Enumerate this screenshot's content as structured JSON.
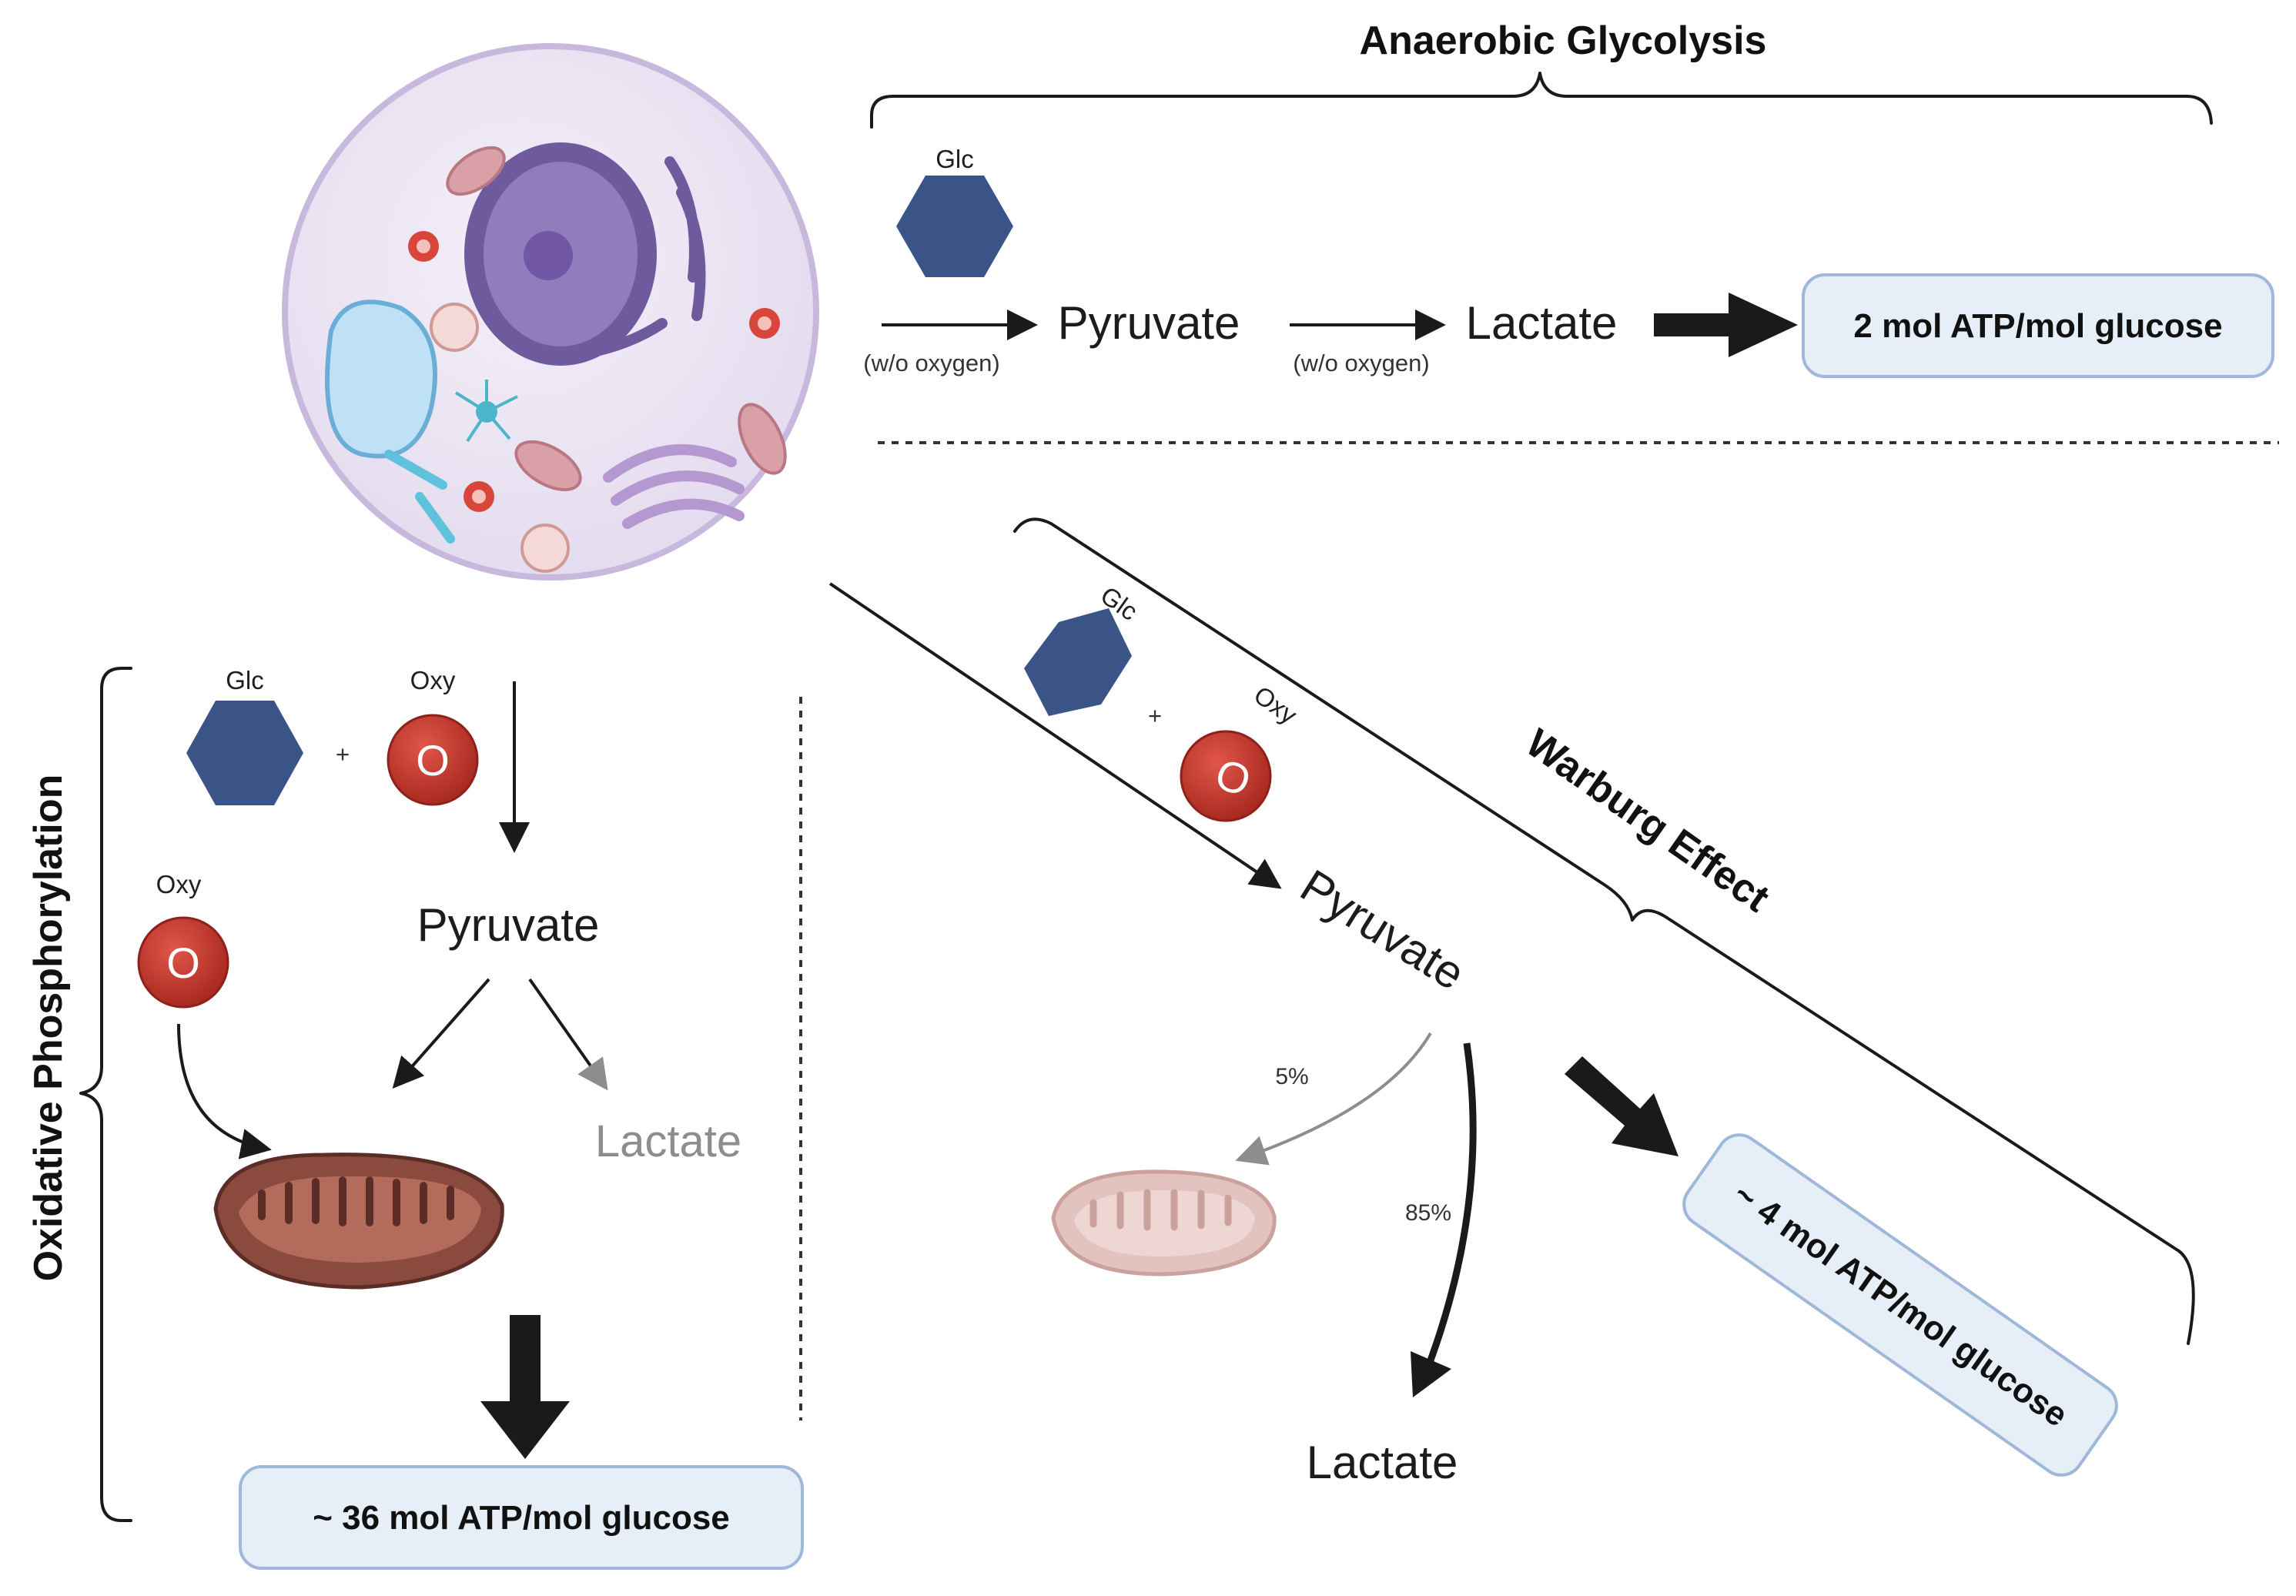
{
  "anaerobic": {
    "title": "Anaerobic Glycolysis",
    "glc": "Glc",
    "pyruvate": "Pyruvate",
    "lactate": "Lactate",
    "condition_1": "(w/o oxygen)",
    "condition_2": "(w/o oxygen)",
    "yield": "2 mol ATP/mol glucose"
  },
  "oxphos": {
    "title": "Oxidative Phosphorylation",
    "glc": "Glc",
    "plus": "+",
    "oxy_1": "Oxy",
    "oxy_2": "Oxy",
    "oxy_symbol_1": "O",
    "oxy_symbol_2": "O",
    "pyruvate": "Pyruvate",
    "lactate": "Lactate",
    "yield": "~ 36 mol ATP/mol glucose"
  },
  "warburg": {
    "title": "Warburg Effect",
    "glc": "Glc",
    "plus": "+",
    "oxy": "Oxy",
    "oxy_symbol": "O",
    "pyruvate": "Pyruvate",
    "lactate": "Lactate",
    "pct_mito": "5%",
    "pct_lactate": "85%",
    "yield": "~ 4 mol ATP/mol glucose"
  },
  "colors": {
    "glucose": "#3b5488",
    "oxygen": "#c8372c",
    "mitochondria": "#8a4a3e",
    "mitochondria_faded": "#e3c3c0",
    "yield_box": "#e6eef8",
    "cell": "#e9e2f3"
  }
}
